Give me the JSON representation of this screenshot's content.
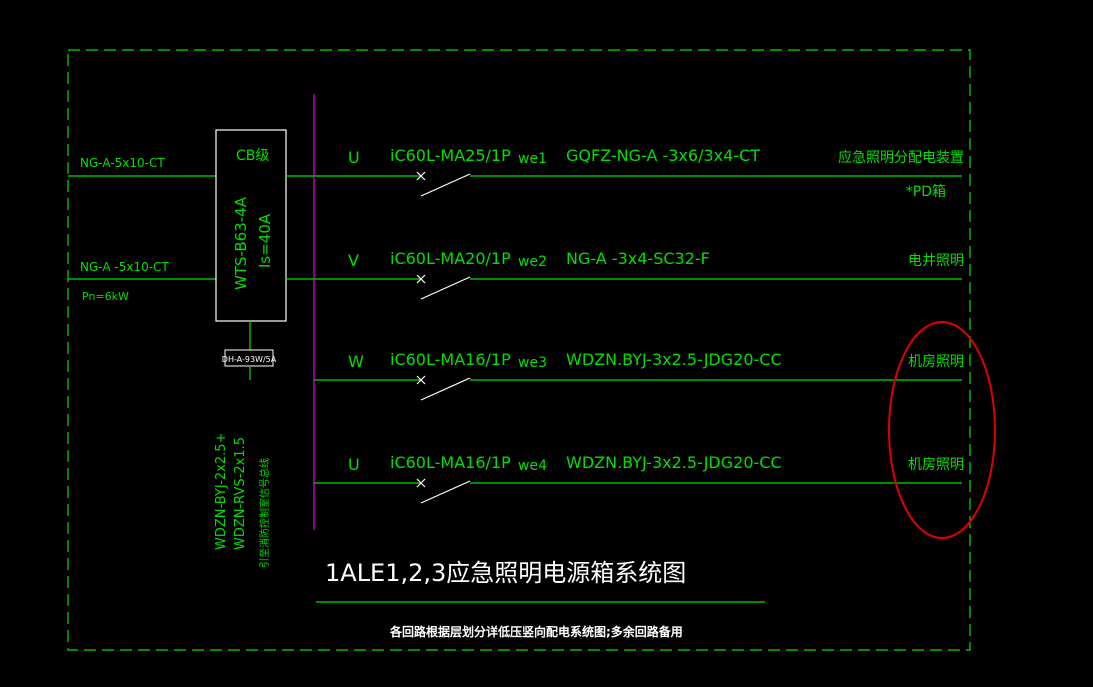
{
  "incoming": {
    "feeder1": "NG-A-5x10-CT",
    "feeder2": "NG-A -5x10-CT",
    "power": "Pn=6kW"
  },
  "ats": {
    "grade": "CB级",
    "model": "WTS-B63-4A",
    "current": "Is=40A"
  },
  "spd_label": "DH-A-93W/5A",
  "fire_signal": {
    "line1": "WDZN-BYJ-2x2.5+",
    "line2": "WDZN-RVS-2x1.5",
    "line3": "引至消防控制室信号总线"
  },
  "circuits": [
    {
      "phase": "U",
      "breaker": "iC60L-MA25/1P",
      "id": "we1",
      "cable": "GQFZ-NG-A -3x6/3x4-CT",
      "load": "应急照明分配电装置",
      "load2": "*PD箱"
    },
    {
      "phase": "V",
      "breaker": "iC60L-MA20/1P",
      "id": "we2",
      "cable": "NG-A -3x4-SC32-F",
      "load": "电井照明",
      "load2": ""
    },
    {
      "phase": "W",
      "breaker": "iC60L-MA16/1P",
      "id": "we3",
      "cable": "WDZN.BYJ-3x2.5-JDG20-CC",
      "load": "机房照明",
      "load2": ""
    },
    {
      "phase": "U",
      "breaker": "iC60L-MA16/1P",
      "id": "we4",
      "cable": "WDZN.BYJ-3x2.5-JDG20-CC",
      "load": "机房照明",
      "load2": ""
    }
  ],
  "title": "1ALE1,2,3应急照明电源箱系统图",
  "note": "各回路根据层划分详低压竖向配电系统图;多余回路备用",
  "colors": {
    "line": "#00e000",
    "bus": "#c000c0",
    "text_title": "#ffffff",
    "annotation": "#e00000",
    "background": "#000000"
  }
}
